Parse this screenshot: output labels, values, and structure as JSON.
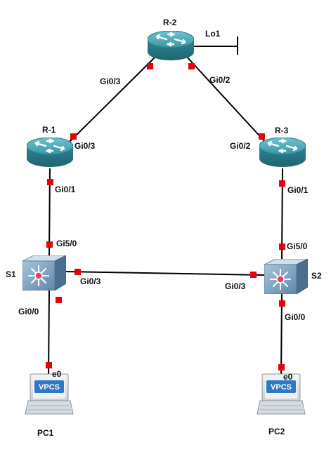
{
  "devices": {
    "r2": {
      "name": "R-2",
      "icon": "router-icon"
    },
    "r1": {
      "name": "R-1",
      "icon": "router-icon"
    },
    "r3": {
      "name": "R-3",
      "icon": "router-icon"
    },
    "s1": {
      "name": "S1",
      "icon": "multilayer-switch-icon"
    },
    "s2": {
      "name": "S2",
      "icon": "multilayer-switch-icon"
    },
    "pc1": {
      "name": "PC1",
      "icon": "vpcs-computer-icon",
      "badge": "VPCS"
    },
    "pc2": {
      "name": "PC2",
      "icon": "vpcs-computer-icon",
      "badge": "VPCS"
    }
  },
  "loopback": {
    "label": "Lo1"
  },
  "ports": {
    "r2_gi03": "Gi0/3",
    "r2_gi02": "Gi0/2",
    "r1_gi03": "Gi0/3",
    "r1_gi01": "Gi0/1",
    "r3_gi02": "Gi0/2",
    "r3_gi01": "Gi0/1",
    "s1_gi50": "Gi5/0",
    "s1_gi03": "Gi0/3",
    "s1_gi00": "Gi0/0",
    "s2_gi50": "Gi5/0",
    "s2_gi03": "Gi0/3",
    "s2_gi00": "Gi0/0",
    "pc1_e0": "e0",
    "pc2_e0": "e0"
  },
  "colors": {
    "port": "#e8000b",
    "router": "#3a8c9a",
    "switch": "#6f98b8",
    "link": "#000000"
  }
}
